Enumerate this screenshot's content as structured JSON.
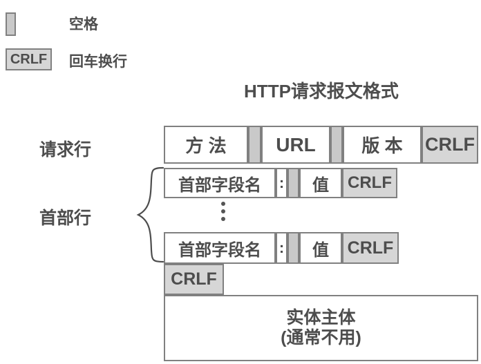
{
  "legend": {
    "space": {
      "icon": "space-box-icon",
      "label": "空格"
    },
    "crlf": {
      "icon": "crlf-box-icon",
      "box_text": "CRLF",
      "label": "回车换行"
    }
  },
  "title": "HTTP请求报文格式",
  "labels": {
    "request_line": "请求行",
    "header_lines": "首部行"
  },
  "request_line": {
    "method": "方  法",
    "space1": "",
    "url": "URL",
    "space2": "",
    "version": "版  本",
    "crlf": "CRLF"
  },
  "header_line_1": {
    "field_name": "首部字段名",
    "colon": ":",
    "space": "",
    "value": "值",
    "crlf": "CRLF"
  },
  "ellipsis": "⋮",
  "header_line_n": {
    "field_name": "首部字段名",
    "colon": ":",
    "space": "",
    "value": "值",
    "crlf": "CRLF"
  },
  "blank_line": {
    "crlf": "CRLF"
  },
  "entity_body": {
    "line1": "实体主体",
    "line2": "(通常不用)"
  },
  "colors": {
    "border": "#808080",
    "text": "#4d4d4d",
    "crlf_fill": "#d6d6d6",
    "space_fill": "#c9c9c9",
    "background": "#ffffff"
  }
}
